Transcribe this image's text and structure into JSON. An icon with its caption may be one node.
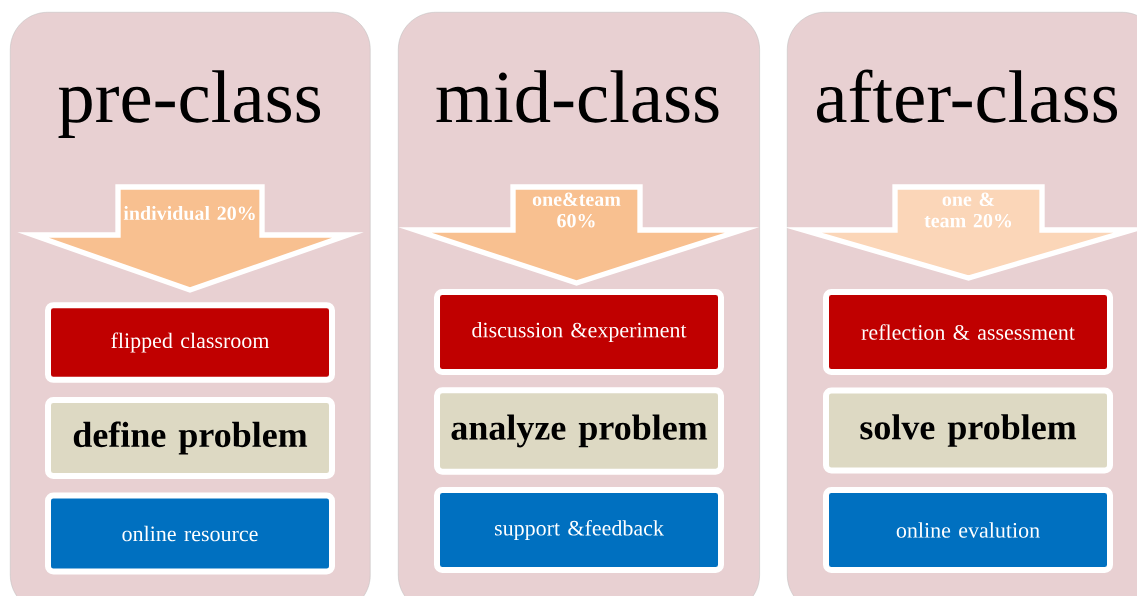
{
  "diagram": {
    "nodes": [
      {
        "text": [
          "pre-class"
        ]
      },
      {
        "text": [
          "individual 20%"
        ],
        "in": 0
      },
      {
        "text": [
          "flipped classroom"
        ],
        "in": 0
      },
      {
        "text": [
          "define problem"
        ],
        "in": 0
      },
      {
        "text": [
          "online resource"
        ],
        "in": 0
      },
      {
        "text": [
          "mid-class"
        ]
      },
      {
        "text": [
          "one&team 60%"
        ],
        "in": 5
      },
      {
        "text": [
          "discussion &experiment"
        ],
        "in": 5
      },
      {
        "text": [
          "analyze problem"
        ],
        "in": 5
      },
      {
        "text": [
          "support &feedback"
        ],
        "in": 5
      },
      {
        "text": [
          "after-class"
        ]
      },
      {
        "text": [
          "one & team 20%"
        ],
        "in": 10
      },
      {
        "text": [
          "reflection & assessment"
        ],
        "in": 10
      },
      {
        "text": [
          "solve problem"
        ],
        "in": 10
      },
      {
        "text": [
          "online evalution"
        ],
        "in": 10
      }
    ]
  }
}
